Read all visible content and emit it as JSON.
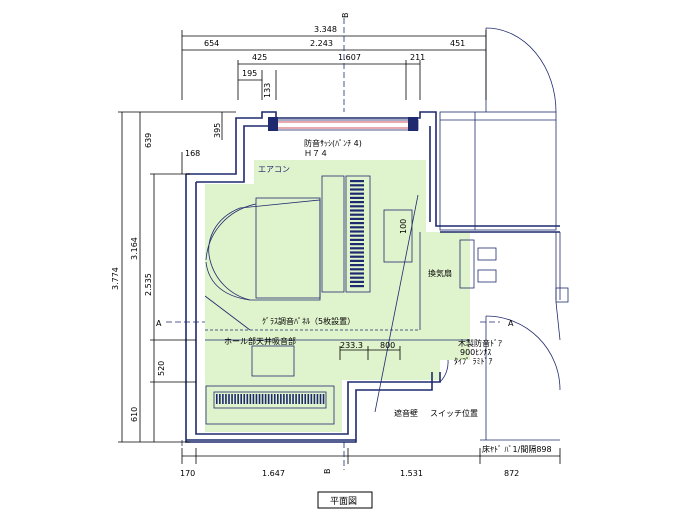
{
  "dimensions": {
    "top_total": "3.348",
    "top_mid": "2.243",
    "top_left": "654",
    "top_right": "451",
    "top_inner": "1.607",
    "top_small_left": "425",
    "top_small_right": "211",
    "top_195": "195",
    "top_133": "133",
    "left_total": "3.774",
    "left_3164": "3.164",
    "left_2535": "2.535",
    "left_639": "639",
    "left_520": "520",
    "left_610": "610",
    "left_395": "395",
    "left_168": "168",
    "bottom_170": "170",
    "bottom_1647": "1.647",
    "bottom_1531": "1.531",
    "bottom_872": "872",
    "inner_233": "233.3",
    "inner_800": "800"
  },
  "section_marks": {
    "b_top": "B",
    "b_bottom": "B",
    "a_left": "A",
    "a_right": "A"
  },
  "labels": {
    "window": "防音ｻｯｼ(ﾊﾟﾝﾁ 4)",
    "window_sub": "Ｈ７４",
    "aircon": "エアコン",
    "vent": "換気扇",
    "panel": "ｸﾞﾗｽ調音ﾊﾟﾈﾙ（5枚設置）",
    "ceiling": "ホール部天井吸音部",
    "door_a": "木製防音ﾄﾞｱ",
    "door_b": "900ﾋﾝﾅｽ",
    "door_c": "ﾀｲﾌﾟ ﾗﾐﾄﾞｱ",
    "reflector": "遮音壁",
    "switch": "スイッチ位置",
    "sill": "床ﾔﾄﾞ ﾊﾞ1/間隔898",
    "hint_100": "100",
    "title": "平面図"
  },
  "colors": {
    "room_fill": "#dff3cc",
    "wall": "#1f2a6e",
    "accent": "#c0182a"
  }
}
